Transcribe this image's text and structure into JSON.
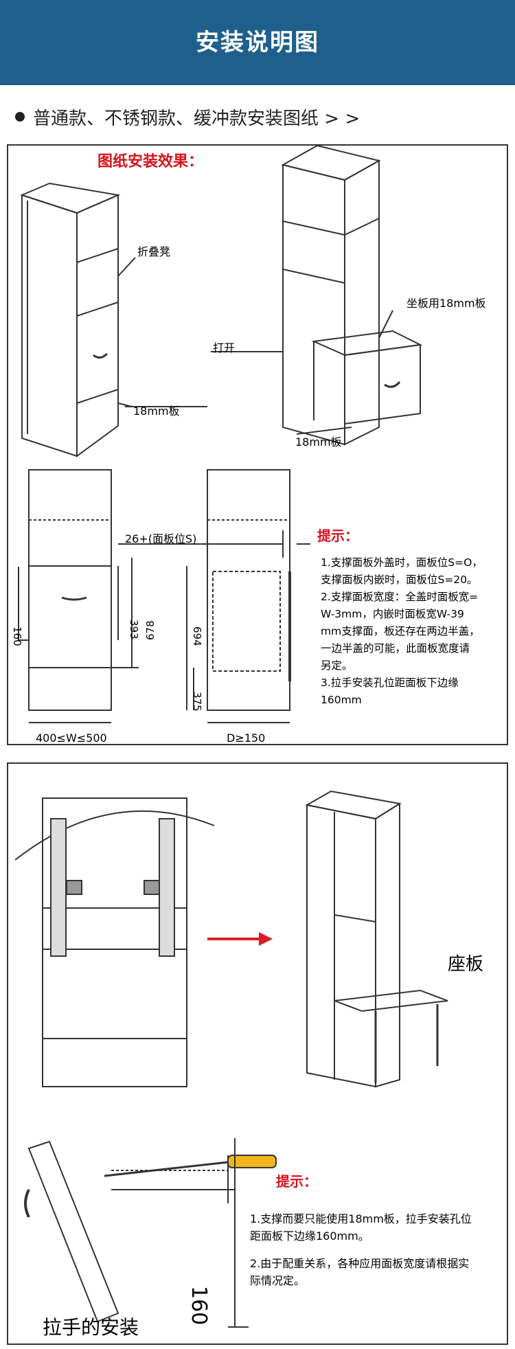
{
  "banner": {
    "title": "安装说明图",
    "color": "#1e5f8c"
  },
  "subheading": "普通款、不锈钢款、缓冲款安装图纸 > >",
  "panel1": {
    "heading": "图纸安装效果：",
    "labels": {
      "stool": "折叠凳",
      "board18": "18mm板",
      "open": "打开",
      "seat_board": "坐板用18mm板",
      "board18_b": "18mm板"
    },
    "dims": {
      "offset": "26+(面板位S)",
      "d393": "393",
      "d160": "160",
      "d678": "678",
      "d694": "694",
      "d375": "375",
      "width_range": "400≤W≤500",
      "depth": "D≥150"
    },
    "tip_title": "提示：",
    "tips": [
      "1.支撑面板外盖时，面板位S=O，",
      "支撑面板内嵌时，面板位S=20。",
      "2.支撑面板宽度：全盖时面板宽=",
      "W-3mm，内嵌时面板宽W-39",
      "mm支撑面，板还存在两边半盖，",
      "一边半盖的可能，此面板宽度请",
      "另定。",
      "3.拉手安装孔位距面板下边缘",
      "160mm"
    ]
  },
  "panel2": {
    "seat_label": "座板",
    "tip_title": "提示：",
    "tips": [
      "1.支撑而要只能使用18mm板，拉手安装孔位",
      "距面板下边缘160mm。",
      "2.由于配重关系，各种应用面板宽度请根据实",
      "际情况定。"
    ],
    "handle_label": "拉手的安装",
    "dim160": "160"
  },
  "colors": {
    "red": "#d6121b",
    "arrow_red": "#d81e28",
    "line": "#333333",
    "screwdriver_handle": "#f2b51c"
  }
}
